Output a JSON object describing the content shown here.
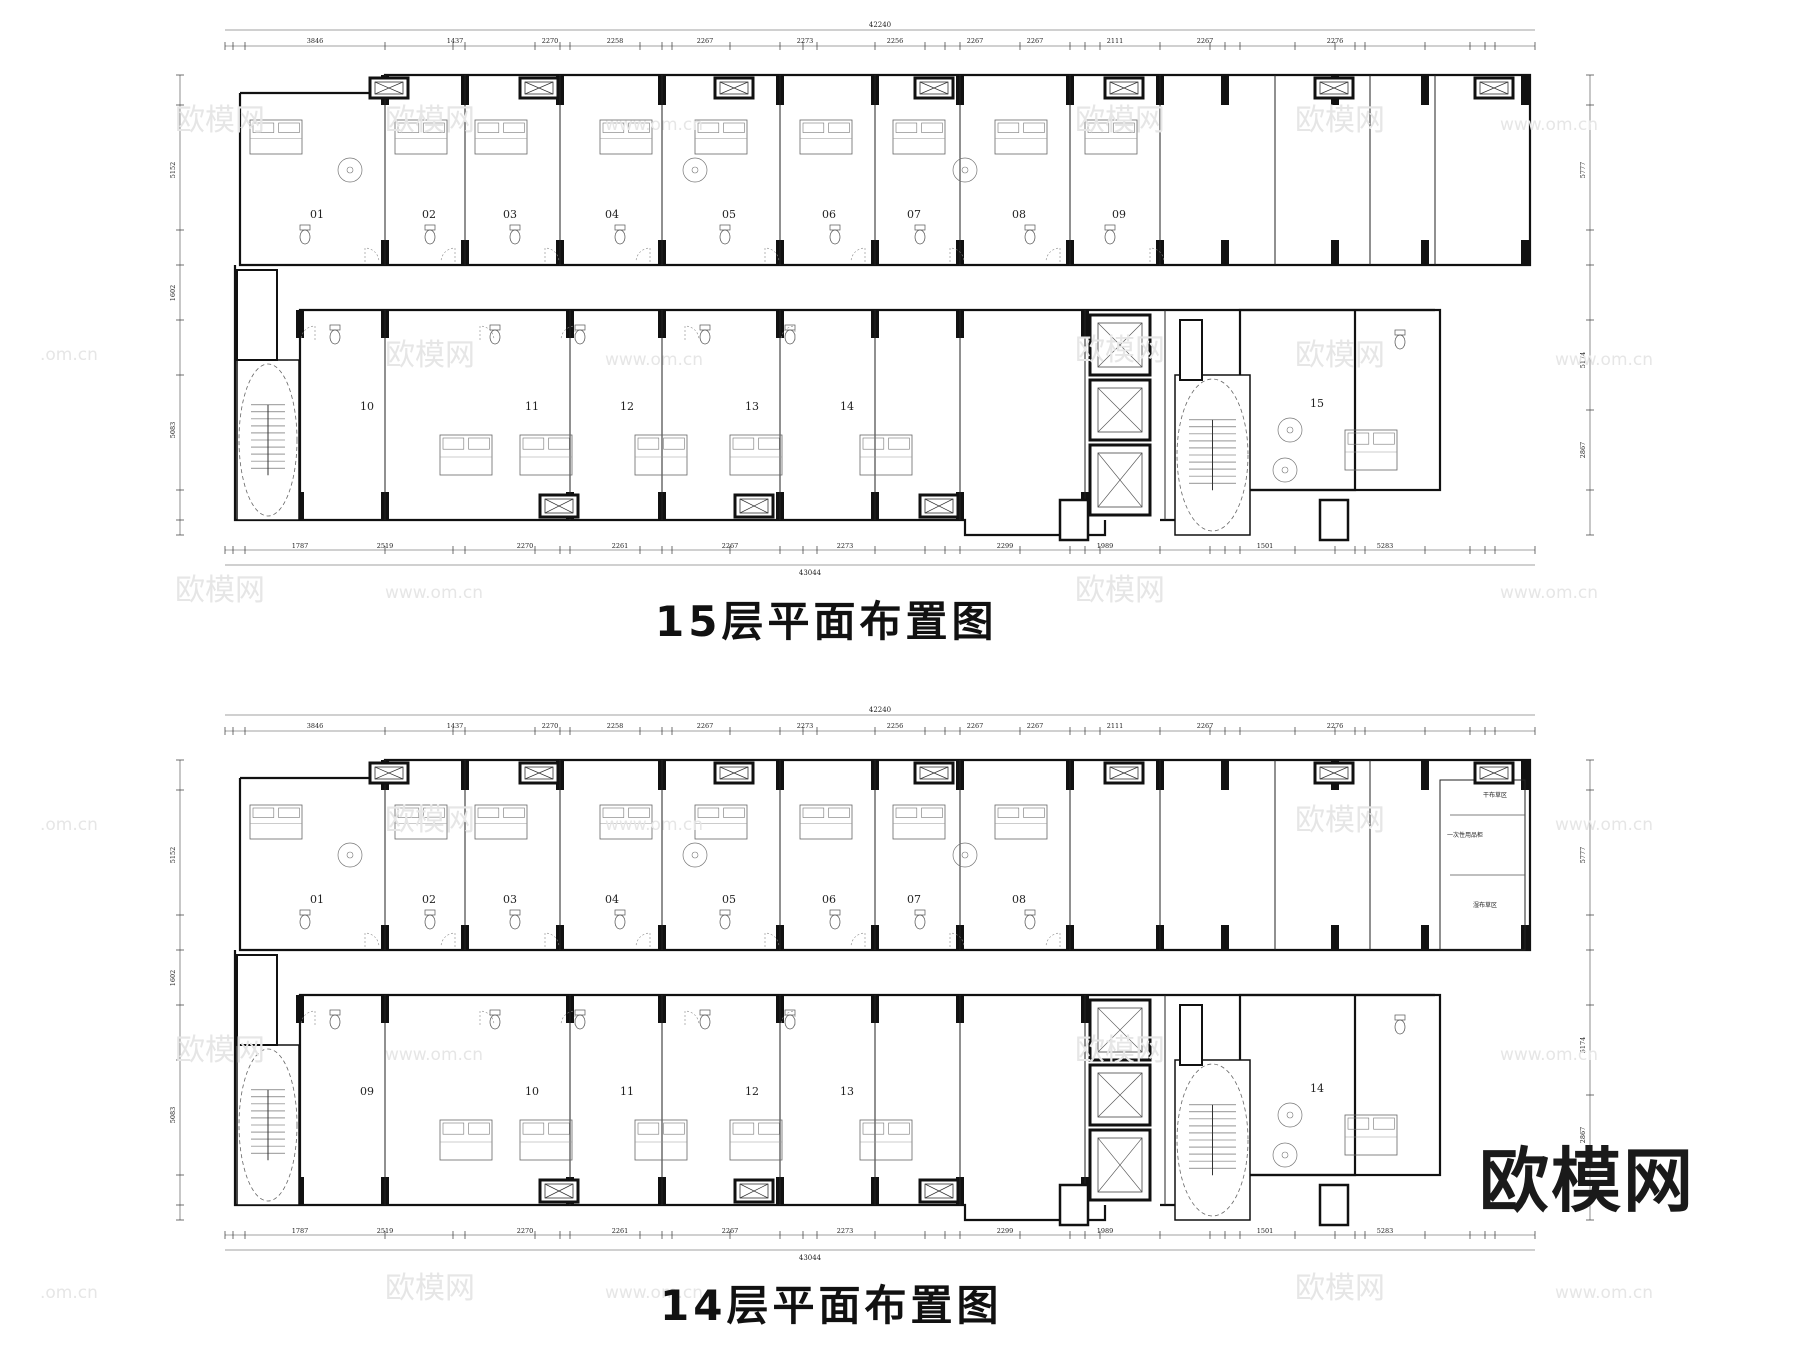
{
  "plans": [
    {
      "title": "15层平面布置图",
      "total_dim": "42240",
      "bottom_total": "43044",
      "rooms": [
        "01",
        "02",
        "03",
        "04",
        "05",
        "06",
        "07",
        "08",
        "09",
        "10",
        "11",
        "12",
        "13",
        "14",
        "15"
      ]
    },
    {
      "title": "14层平面布置图",
      "total_dim": "42240",
      "bottom_total": "43044",
      "rooms": [
        "01",
        "02",
        "03",
        "04",
        "05",
        "06",
        "07",
        "08",
        "09",
        "10",
        "11",
        "12",
        "13",
        "14"
      ],
      "service_labels": [
        "干布草区",
        "一次性用品柜",
        "湿布草区"
      ]
    }
  ],
  "top_dims": [
    "3846",
    "1437",
    "2270",
    "2258",
    "2267",
    "2273",
    "2256",
    "2267",
    "2267",
    "2111",
    "2267",
    "2276"
  ],
  "bottom_dims": [
    "1787",
    "2519",
    "2270",
    "2261",
    "2267",
    "2273",
    "2299",
    "1989",
    "1501",
    "5283"
  ],
  "side_dims": [
    "5152",
    "1602",
    "5083",
    "5777",
    "5174",
    "2867"
  ],
  "watermark": {
    "brand": "欧模网",
    "site": "www.om.cn",
    "site_short": ".om.cn"
  },
  "brand_mark": "欧模网"
}
